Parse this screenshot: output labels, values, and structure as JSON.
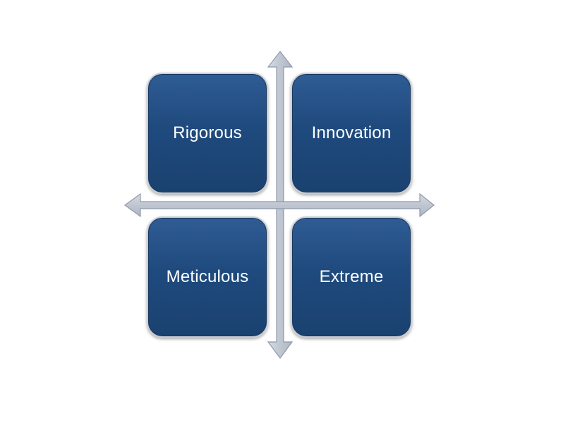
{
  "quadrants": {
    "top_left": "Rigorous",
    "top_right": "Innovation",
    "bottom_left": "Meticulous",
    "bottom_right": "Extreme"
  },
  "colors": {
    "box_fill": "#1f4a7e",
    "axis_fill": "#c6ccd6",
    "axis_stroke": "#8e99aa",
    "text": "#ffffff"
  }
}
